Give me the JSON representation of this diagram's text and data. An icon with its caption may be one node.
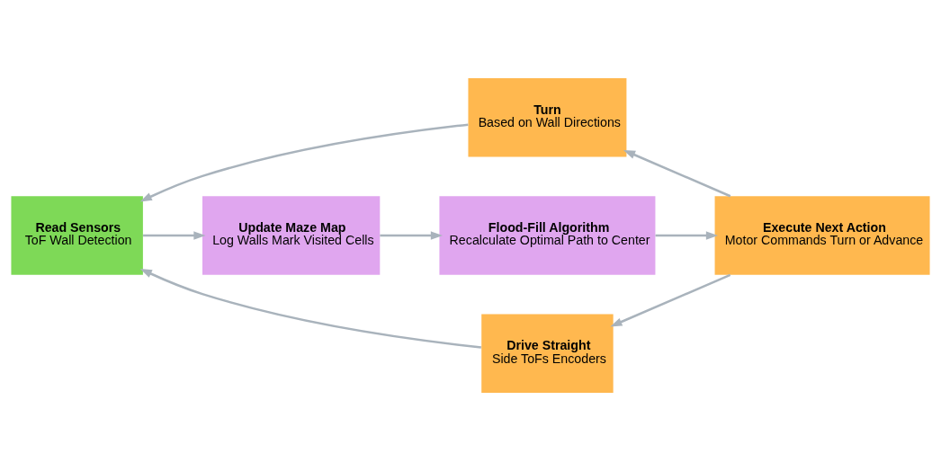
{
  "diagram": {
    "nodes": [
      {
        "text": [
          "Turn",
          "Based on Wall Directions"
        ]
      },
      {
        "text": [
          "Read Sensors",
          "ToF Wall Detection"
        ]
      },
      {
        "text": [
          "Update Maze Map",
          "Log Walls Mark Visited Cells"
        ]
      },
      {
        "text": [
          "Flood-Fill Algorithm",
          "Recalculate Optimal Path to Center"
        ]
      },
      {
        "text": [
          "Execute Next Action",
          "Motor Commands Turn or Advance"
        ]
      },
      {
        "text": [
          "Drive Straight",
          "Side ToFs Encoders"
        ]
      }
    ],
    "edges": [
      {
        "from": 0,
        "to": 1,
        "arrow": "to"
      },
      {
        "from": 1,
        "to": 2,
        "arrow": "to"
      },
      {
        "from": 2,
        "to": 3,
        "arrow": "to"
      },
      {
        "from": 3,
        "to": 4,
        "arrow": "to"
      },
      {
        "from": 4,
        "to": 0,
        "arrow": "to"
      },
      {
        "from": 4,
        "to": 5,
        "arrow": "to"
      },
      {
        "from": 5,
        "to": 1,
        "arrow": "to"
      }
    ]
  }
}
